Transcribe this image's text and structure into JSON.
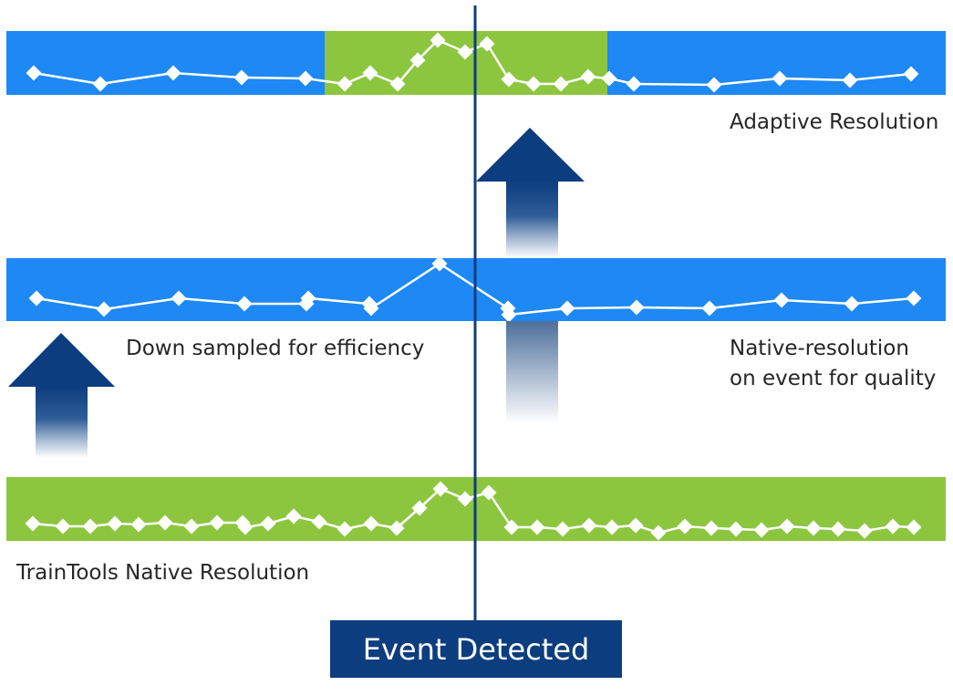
{
  "labels": {
    "adaptive": "Adaptive Resolution",
    "downsampled": "Down sampled for efficiency",
    "native_event_line1": "Native-resolution",
    "native_event_line2": "on event for quality",
    "traintools": "TrainTools Native Resolution",
    "event": "Event Detected"
  },
  "colors": {
    "blue_band": "#1e88f5",
    "green_band": "#8cc63f",
    "arrow_dark": "#0c3d7e",
    "event_line": "#0c3d7e",
    "signal": "#ffffff"
  }
}
